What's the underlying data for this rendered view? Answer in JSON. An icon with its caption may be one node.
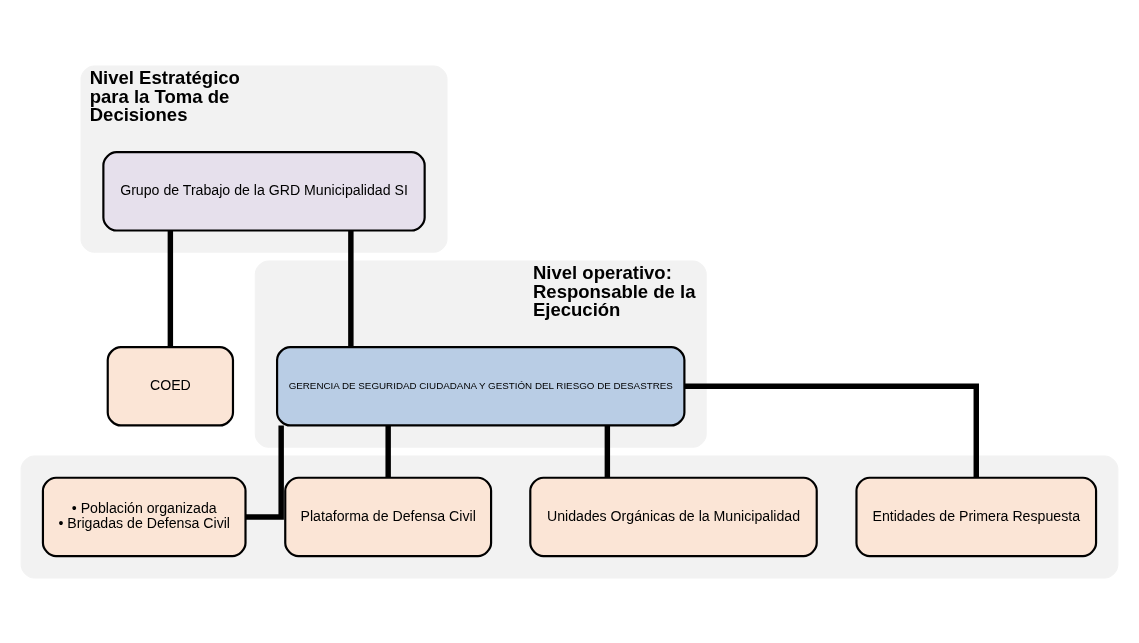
{
  "diagram": {
    "nodes": [
      {
        "text": [
          "Nivel Estratégico para la Toma de Decisiones"
        ]
      },
      {
        "text": [
          "Grupo de Trabajo de la GRD Municipalidad SI"
        ],
        "in": 0
      },
      {
        "text": [
          "COED"
        ]
      },
      {
        "text": [
          "Nivel operativo: Responsable de la Ejecución"
        ]
      },
      {
        "text": [
          "GERENCIA DE SEGURIDAD CIUDADANA Y GESTIÓN DEL RIESGO DE DESASTRES"
        ],
        "in": 3
      },
      {
        "text": [],
        "shape": "box"
      },
      {
        "text": [
          "Entidades de Primera Respuesta"
        ],
        "in": 5
      },
      {
        "text": [
          "Unidades Orgánicas de la Municipalidad"
        ],
        "in": 5
      },
      {
        "text": [
          "Plataforma de Defensa Civil"
        ],
        "in": 5
      },
      {
        "text": [
          "• Población organizada",
          "• Brigadas de Defensa Civil"
        ],
        "in": 5
      }
    ],
    "edges": [
      {
        "from": 1,
        "to": 4,
        "arrow": "none"
      },
      {
        "from": 1,
        "to": 2,
        "arrow": "none"
      },
      {
        "from": 4,
        "to": 6,
        "arrow": "none"
      },
      {
        "from": 4,
        "to": 7,
        "arrow": "none"
      },
      {
        "from": 4,
        "to": 8,
        "arrow": "none"
      },
      {
        "from": 4,
        "to": 9,
        "arrow": "none"
      }
    ]
  }
}
